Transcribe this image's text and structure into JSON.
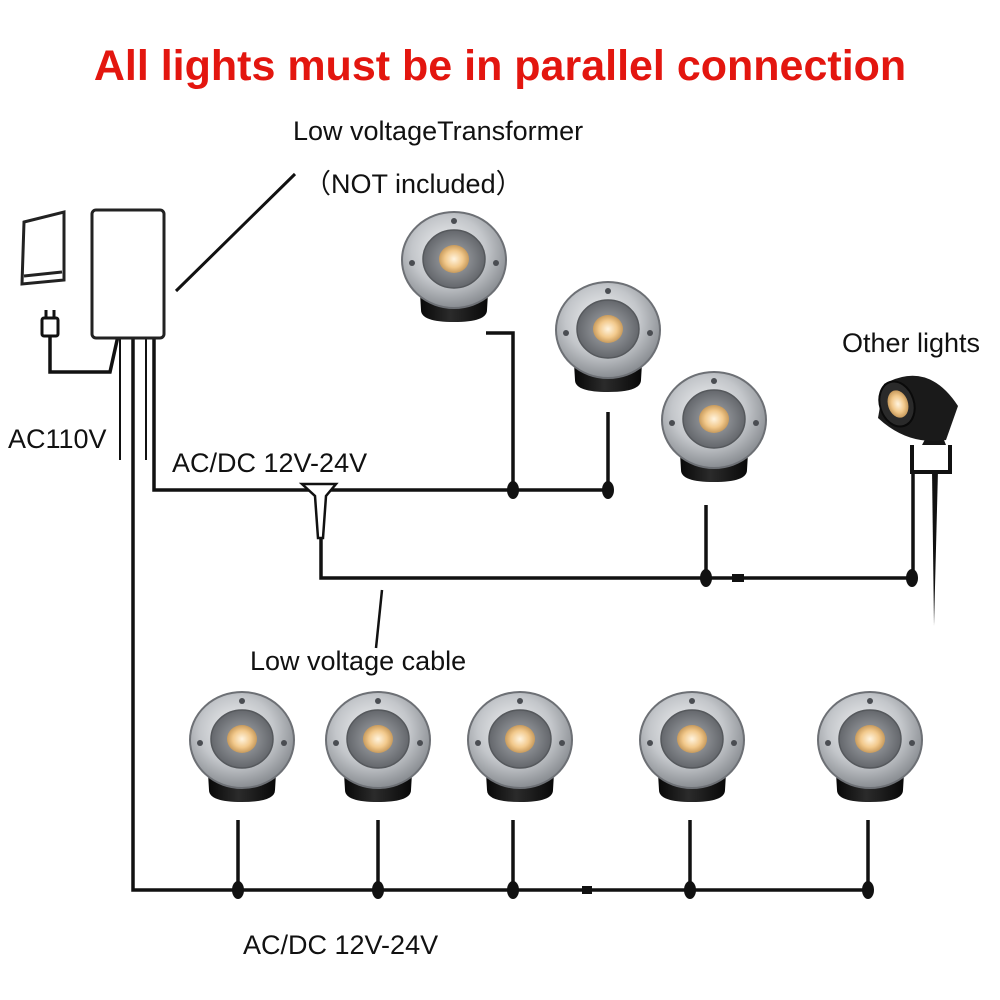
{
  "title": "All lights must be in parallel connection",
  "transformer": {
    "label_line1": "Low voltageTransformer",
    "label_line2": "（NOT included）"
  },
  "labels": {
    "ac_input": "AC110V",
    "dc_upper": "AC/DC 12V-24V",
    "dc_lower": "AC/DC 12V-24V",
    "cable": "Low voltage cable",
    "other_lights": "Other lights"
  },
  "colors": {
    "title": "#e3160f",
    "wire": "#111111",
    "lamp_body": "#141414",
    "lamp_ring": "#c9ccd0",
    "led_warm": "#f2c98c"
  }
}
